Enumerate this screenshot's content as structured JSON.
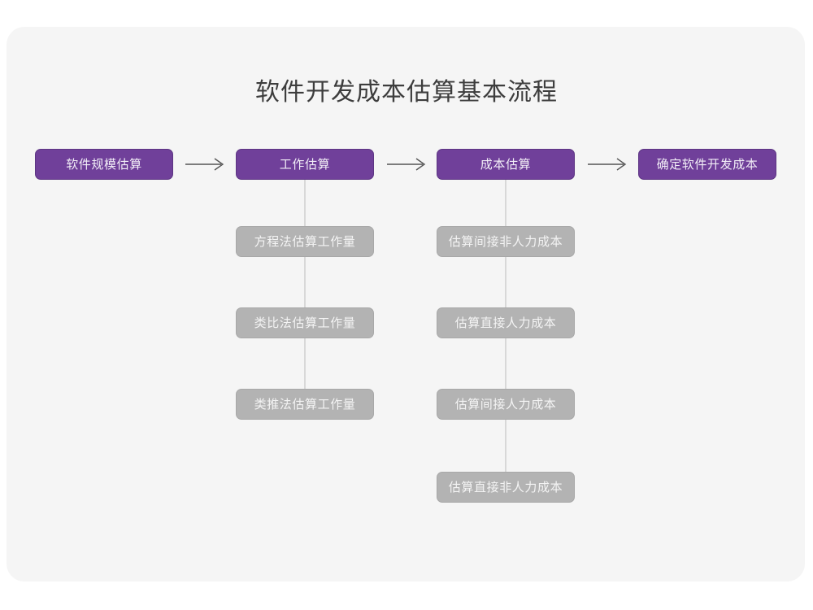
{
  "page": {
    "title": "软件开发成本估算基本流程",
    "background_color": "#ffffff",
    "card_color": "#f5f5f5"
  },
  "theme": {
    "primary_color": "#70409a",
    "primary_border_color": "#5d3583",
    "primary_text_color": "#f2eef7",
    "sub_color": "#b3b3b3",
    "sub_border_color": "#a8a8a8",
    "sub_text_color": "#f4f4f4",
    "connector_color": "#d8d8d8",
    "arrow_color": "#555555",
    "title_color": "#3d3d3d"
  },
  "chart_data": {
    "type": "diagram",
    "title": "软件开发成本估算基本流程",
    "orientation": "left-to-right main flow with vertical sub-step stacks"
  },
  "flow": {
    "main_steps": [
      {
        "label": "软件规模估算",
        "order": 1
      },
      {
        "label": "工作估算",
        "order": 2
      },
      {
        "label": "成本估算",
        "order": 3
      },
      {
        "label": "确定软件开发成本",
        "order": 4
      }
    ],
    "arrows": [
      {
        "name": "arrow-1",
        "glyph": "→"
      },
      {
        "name": "arrow-2",
        "glyph": "→"
      },
      {
        "name": "arrow-3",
        "glyph": "→"
      }
    ],
    "sub_groups": [
      {
        "parent": "工作估算",
        "items": [
          {
            "label": "方程法估算工作量"
          },
          {
            "label": "类比法估算工作量"
          },
          {
            "label": "类推法估算工作量"
          }
        ]
      },
      {
        "parent": "成本估算",
        "items": [
          {
            "label": "估算间接非人力成本"
          },
          {
            "label": "估算直接人力成本"
          },
          {
            "label": "估算间接人力成本"
          },
          {
            "label": "估算直接非人力成本"
          }
        ]
      }
    ]
  }
}
